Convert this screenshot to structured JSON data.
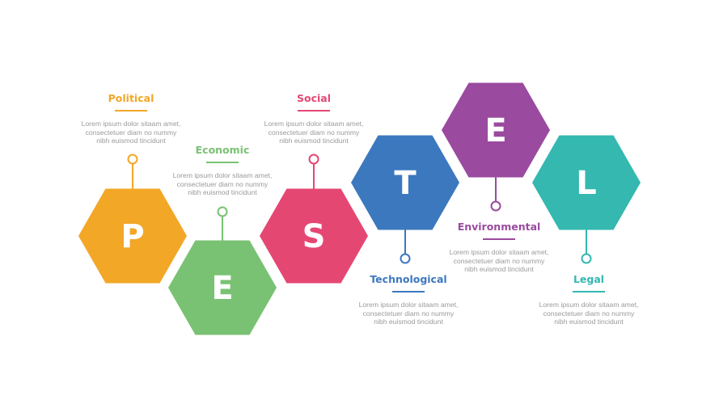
{
  "items": [
    {
      "letter": "P",
      "title": "Political",
      "color": "#F2A727",
      "body": [
        "Lorem ipsum dolor sitaam amet,",
        "consectetuer diam no nummy",
        "nibh euismod tincidunt"
      ]
    },
    {
      "letter": "E",
      "title": "Economic",
      "color": "#79C273",
      "body": [
        "Lorem ipsum dolor sitaam amet,",
        "consectetuer diam no nummy",
        "nibh euismod tincidunt"
      ]
    },
    {
      "letter": "S",
      "title": "Social",
      "color": "#E54773",
      "body": [
        "Lorem ipsum dolor sitaam amet,",
        "consectetuer diam no nummy",
        "nibh euismod tincidunt"
      ]
    },
    {
      "letter": "T",
      "title": "Technological",
      "color": "#3C78BE",
      "body": [
        "Lorem ipsum dolor sitaam amet,",
        "consectetuer diam no nummy",
        "nibh euismod tincidunt"
      ]
    },
    {
      "letter": "E",
      "title": "Environmental",
      "color": "#9A4A9F",
      "body": [
        "Lorem ipsum dolor sitaam amet,",
        "consectetuer diam no nummy",
        "nibh euismod tincidunt"
      ]
    },
    {
      "letter": "L",
      "title": "Legal",
      "color": "#34B8B0",
      "body": [
        "Lorem ipsum dolor sitaam amet,",
        "consectetuer diam no nummy",
        "nibh euismod tincidunt"
      ]
    }
  ]
}
